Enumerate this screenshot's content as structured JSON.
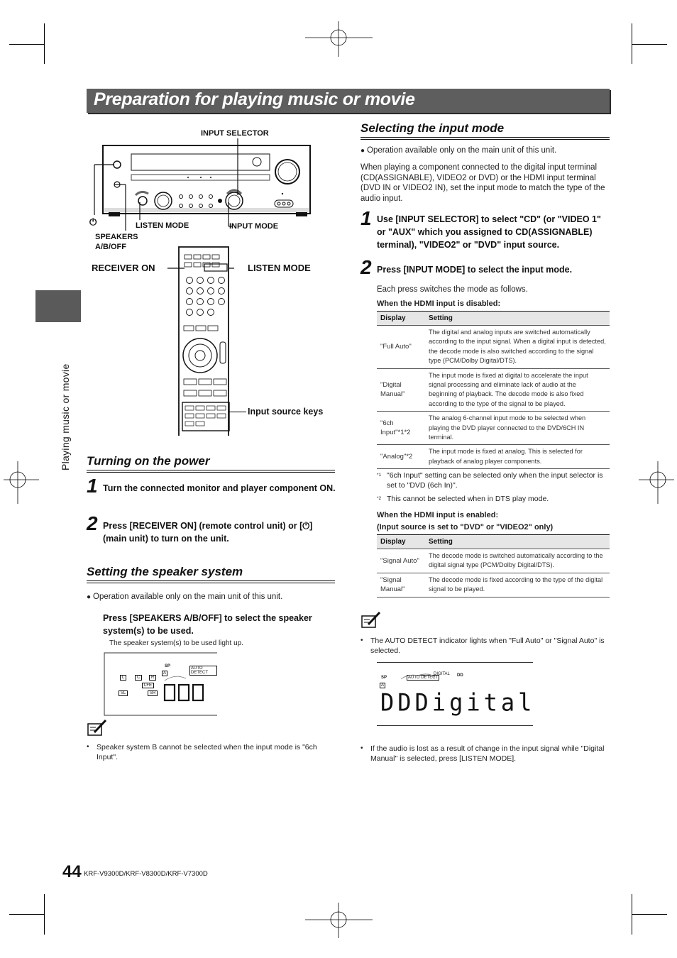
{
  "page": {
    "title": "Preparation for playing music or movie",
    "side_label": "Playing music or movie",
    "page_number": "44",
    "model": "KRF-V9300D/KRF-V8300D/KRF-V7300D"
  },
  "figure_unit": {
    "input_selector": "INPUT SELECTOR",
    "power_symbol": "⏻",
    "listen_mode": "LISTEN MODE",
    "input_mode": "INPUT MODE",
    "speakers": "SPEAKERS",
    "speakers2": "A/B/OFF"
  },
  "figure_remote": {
    "receiver_on": "RECEIVER ON",
    "listen_mode": "LISTEN MODE",
    "input_source_keys": "Input source keys"
  },
  "turning_on": {
    "heading": "Turning on the power",
    "step1_num": "1",
    "step1": "Turn the connected monitor and player component ON.",
    "step2_num": "2",
    "step2a": "Press [RECEIVER ON] (remote control unit) or [",
    "step2b": "]",
    "step2c": "(main unit) to turn on the unit."
  },
  "speaker_system": {
    "heading": "Setting the speaker system",
    "bullet": "Operation available only on the main unit of this unit.",
    "instruction": "Press [SPEAKERS A/B/OFF] to select the speaker system(s) to be used.",
    "sub": "The speaker system(s) to be used light up.",
    "note": "Speaker system B cannot be selected when the input mode is \"6ch Input\".",
    "lcd": {
      "sp": "SP",
      "a": "A",
      "auto_detect": "AUTO DETECT",
      "l": "L",
      "c": "C",
      "r": "R",
      "lfe": "LFE",
      "sl": "SL",
      "sr": "SR"
    }
  },
  "input_mode": {
    "heading": "Selecting the input mode",
    "bullet": "Operation available only on the main unit of this unit.",
    "intro": "When playing a component connected to the digital input terminal (CD(ASSIGNABLE), VIDEO2 or DVD) or the HDMI input terminal (DVD IN or VIDEO2 IN), set the input mode to match the type of the audio input.",
    "step1_num": "1",
    "step1": "Use [INPUT SELECTOR] to select \"CD\" (or \"VIDEO 1\" or \"AUX\" which you assigned to CD(ASSIGNABLE) terminal), \"VIDEO2\" or \"DVD\" input source.",
    "step2_num": "2",
    "step2": "Press [INPUT MODE] to select the input mode.",
    "each_press": "Each press switches the mode as follows.",
    "hdmi_disabled": "When the HDMI input is disabled:",
    "col_display": "Display",
    "col_setting": "Setting",
    "table1": [
      {
        "display": "\"Full Auto\"",
        "setting": "The digital and analog inputs are switched automatically according to the input signal. When a digital input is detected, the decode mode is also switched according to the signal type (PCM/Dolby Digital/DTS)."
      },
      {
        "display": "\"Digital Manual\"",
        "setting": "The input mode is fixed at digital to accelerate the input signal processing and eliminate lack of audio at the beginning of playback. The decode mode is also fixed according to the type of the signal to be played."
      },
      {
        "display": "\"6ch Input\"*1*2",
        "setting": "The analog 6-channel input mode to be selected when playing the DVD player connected to the DVD/6CH IN terminal."
      },
      {
        "display": "\"Analog\"*2",
        "setting": "The input mode is fixed at analog. This is selected for playback of analog player components."
      }
    ],
    "fn1_mark": "*1",
    "fn1": "\"6ch Input\" setting can be selected only when the input selector is set to \"DVD (6ch In)\".",
    "fn2_mark": "*2",
    "fn2": "This cannot be selected when in DTS play mode.",
    "hdmi_enabled": "When the HDMI input is enabled:",
    "hdmi_enabled_sub": "(Input source is set to \"DVD\" or \"VIDEO2\" only)",
    "table2": [
      {
        "display": "\"Signal Auto\"",
        "setting": "The decode mode is switched automatically according to the digital signal type (PCM/Dolby Digital/DTS)."
      },
      {
        "display": "\"Signal Manual\"",
        "setting": "The decode mode is fixed according to the type of the digital signal to be played."
      }
    ],
    "note1": "The AUTO DETECT indicator lights when \"Full Auto\" or \"Signal Auto\" is selected.",
    "note2": "If the audio is lost as a result of change in the input signal while \"Digital Manual\" is selected, press [LISTEN MODE].",
    "lcd": {
      "sp": "SP",
      "a": "A",
      "auto_detect": "AUTO DETECT",
      "digital": "DIGITAL",
      "dolby": "DD",
      "text": "DDDigital"
    }
  }
}
